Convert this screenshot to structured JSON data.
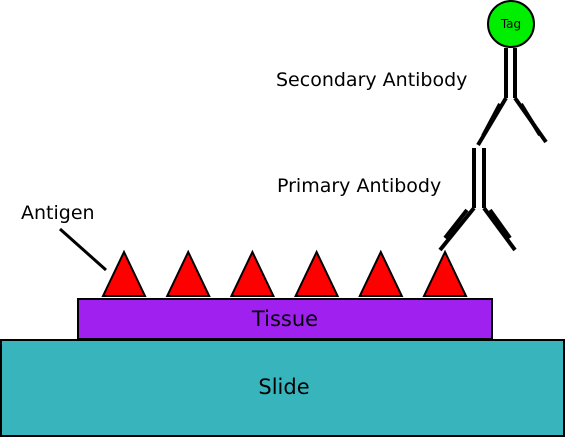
{
  "labels": {
    "secondary_antibody": "Secondary Antibody",
    "primary_antibody": "Primary Antibody",
    "antigen": "Antigen",
    "tissue": "Tissue",
    "slide": "Slide",
    "tag": "Tag"
  },
  "antigen_count": 6,
  "colors": {
    "slide": "#38b4bc",
    "tissue": "#a020f0",
    "antigen": "#ff0000",
    "tag": "#00ee00",
    "outline": "#000000"
  }
}
